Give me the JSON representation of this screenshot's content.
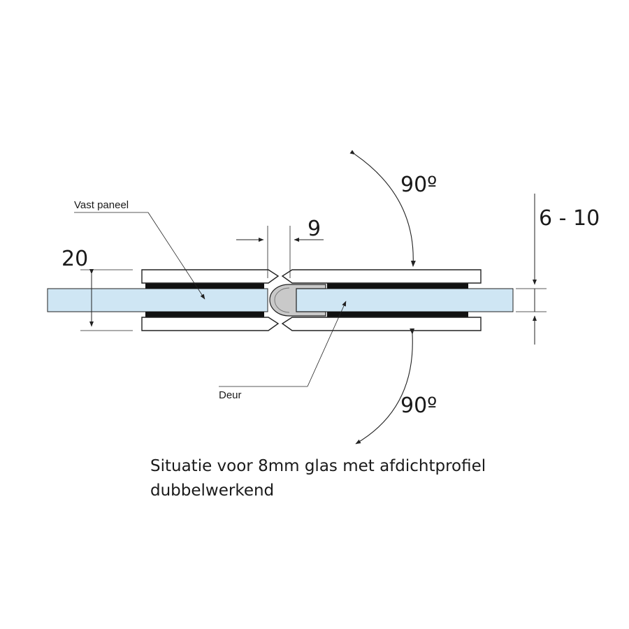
{
  "labels": {
    "fixed_panel": "Vast paneel",
    "door": "Deur"
  },
  "dimensions": {
    "clamp_height": "20",
    "gap": "9",
    "glass_thickness": "6 - 10",
    "angle_top": "90º",
    "angle_bottom": "90º"
  },
  "caption": {
    "line1": "Situatie voor 8mm glas met afdichtprofiel",
    "line2": "dubbelwerkend"
  },
  "colors": {
    "glass": "#cfe6f4",
    "gasket": "#111111",
    "profile": "#c9c9c9",
    "line": "#222222"
  }
}
